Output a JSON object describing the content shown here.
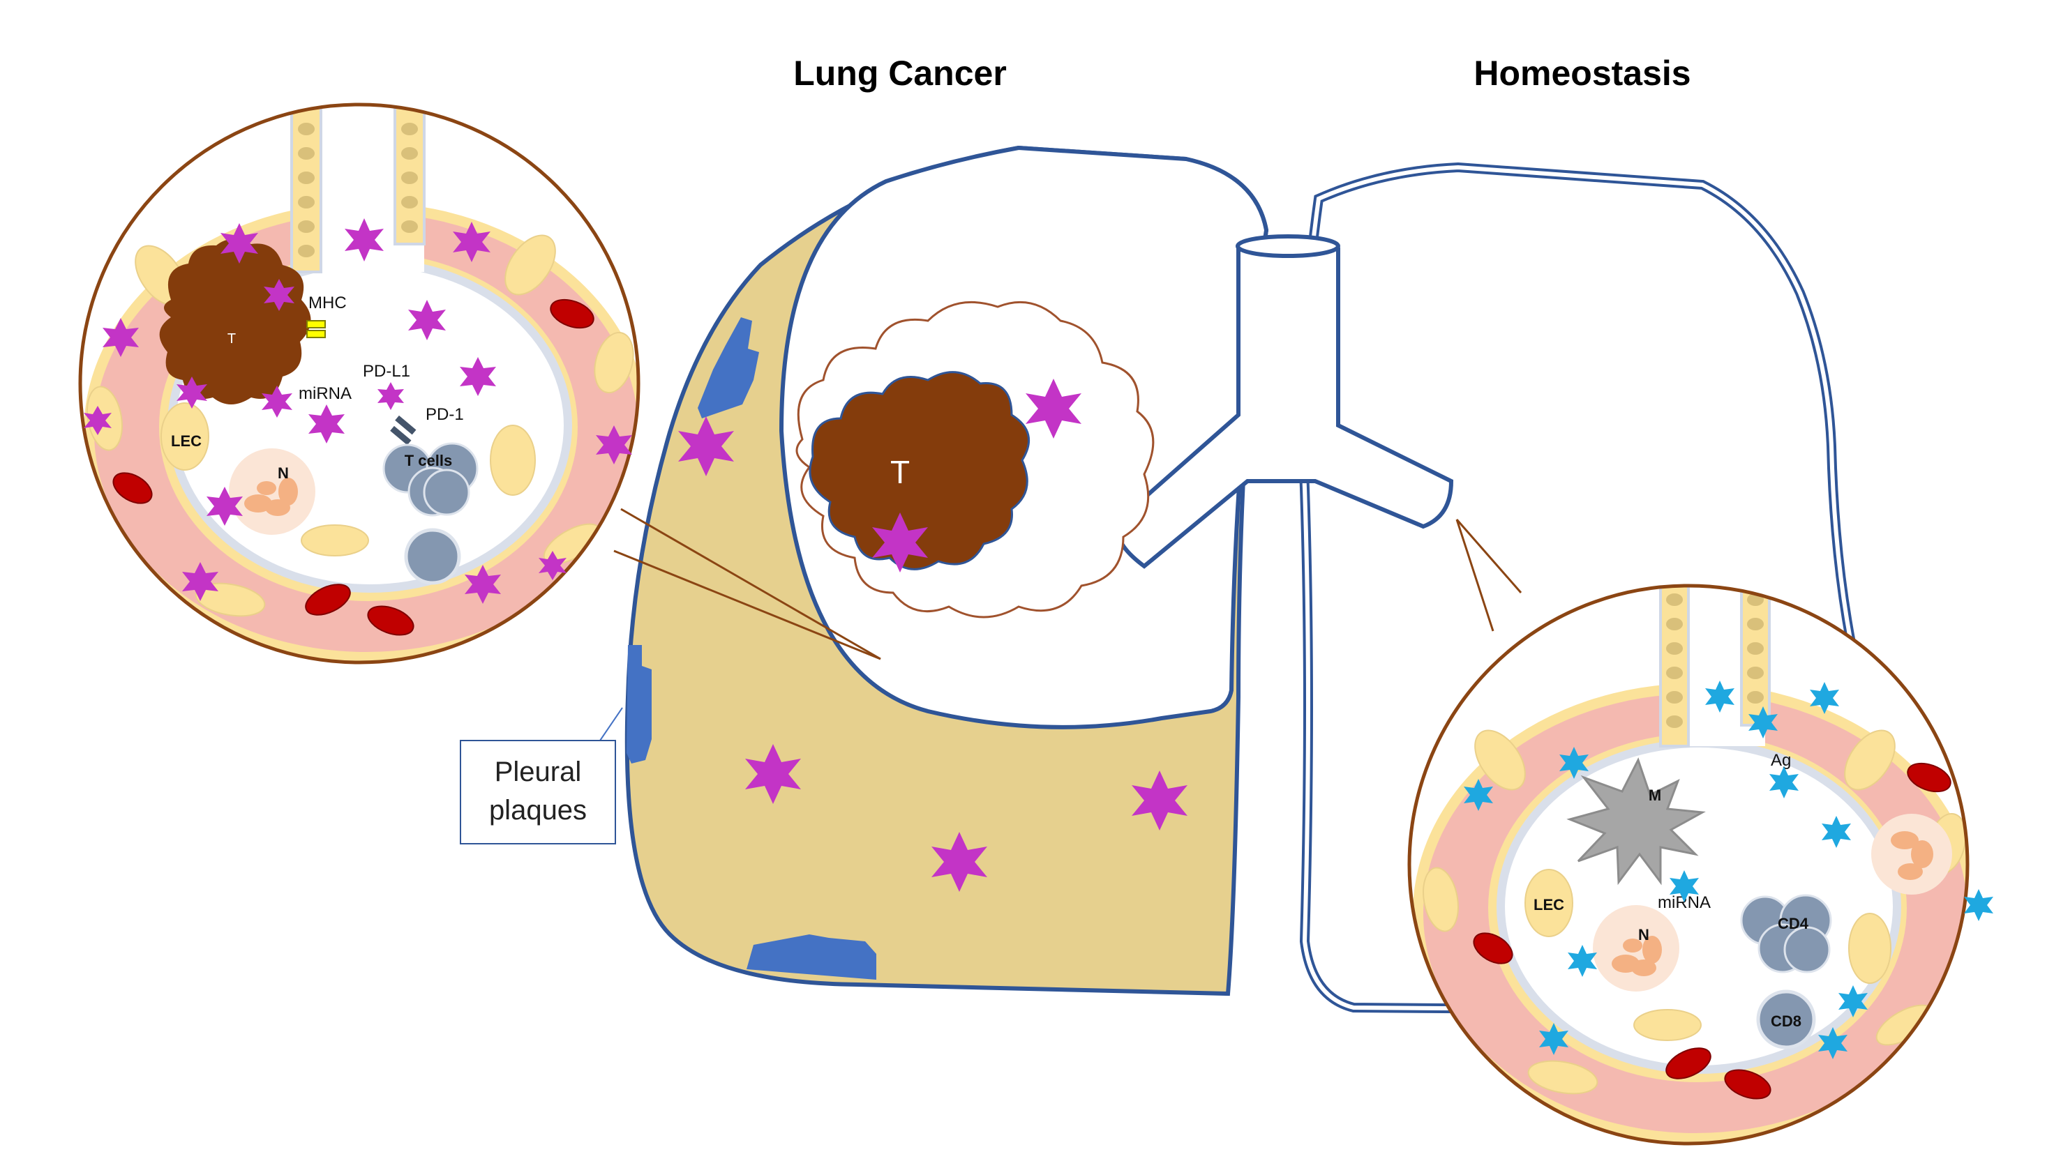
{
  "titles": {
    "left": "Lung Cancer",
    "right": "Homeostasis"
  },
  "callout": {
    "line1": "Pleural",
    "line2": "plaques"
  },
  "cancer_lung": {
    "tumor_label": "T"
  },
  "left_inset": {
    "tumor": "T",
    "mhc": "MHC",
    "pdl1": "PD-L1",
    "mirna": "miRNA",
    "pd1": "PD-1",
    "tcells": "T cells",
    "lec": "LEC",
    "neutrophil": "N"
  },
  "right_inset": {
    "macrophage": "M",
    "ag": "Ag",
    "mirna": "miRNA",
    "lec": "LEC",
    "neutrophil": "N",
    "cd4": "CD4",
    "cd8": "CD8"
  },
  "colors": {
    "lung_outline": "#2f5597",
    "pleura_fill": "#e6d08e",
    "plaque": "#4472c4",
    "tumor": "#843c0c",
    "magenta_star": "#c334c6",
    "cyan_star": "#1fa8e0",
    "inset_ring": "#8b4513",
    "vessel_wall": "#f4b9b0",
    "rbc": "#c00000",
    "lec_yellow": "#fbe29a",
    "tcell": "#8497b0",
    "neutrophil": "#f4b183",
    "macrophage": "#a6a6a6"
  }
}
